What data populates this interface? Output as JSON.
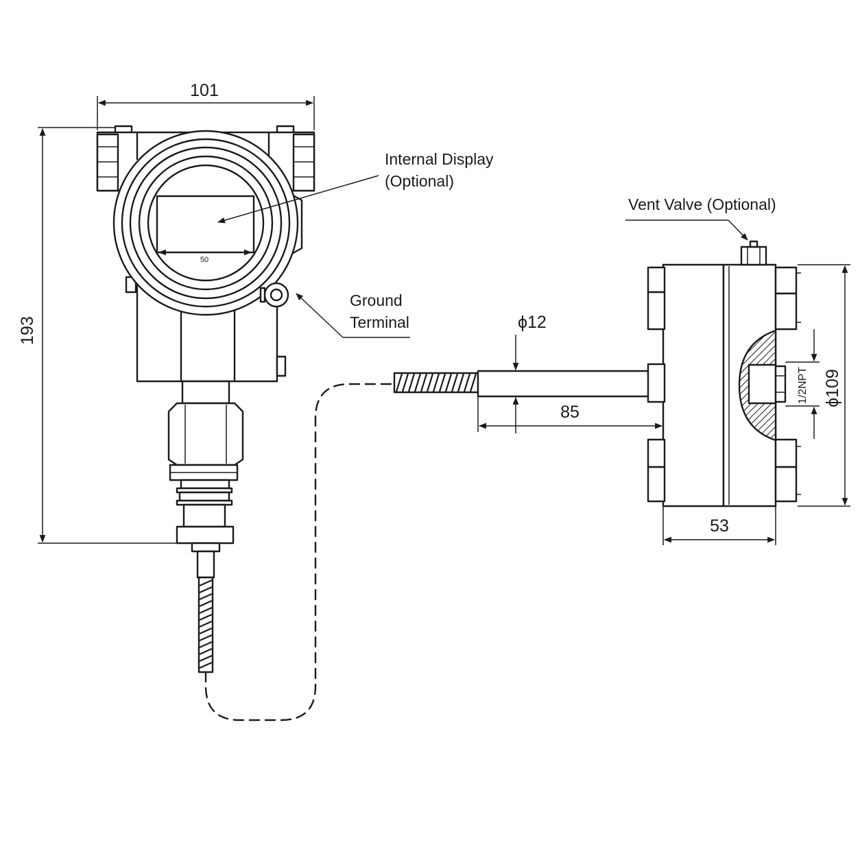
{
  "labels": {
    "internal_display_line1": "Internal Display",
    "internal_display_line2": "(Optional)",
    "ground_terminal_line1": "Ground",
    "ground_terminal_line2": "Terminal",
    "vent_valve": "Vent Valve (Optional)"
  },
  "dimensions": {
    "width_101": "101",
    "height_193": "193",
    "display_50": "50",
    "diameter_12": "ϕ12",
    "length_85": "85",
    "thread_npt": "1/2NPT",
    "diameter_109": "ϕ109",
    "width_53": "53"
  }
}
